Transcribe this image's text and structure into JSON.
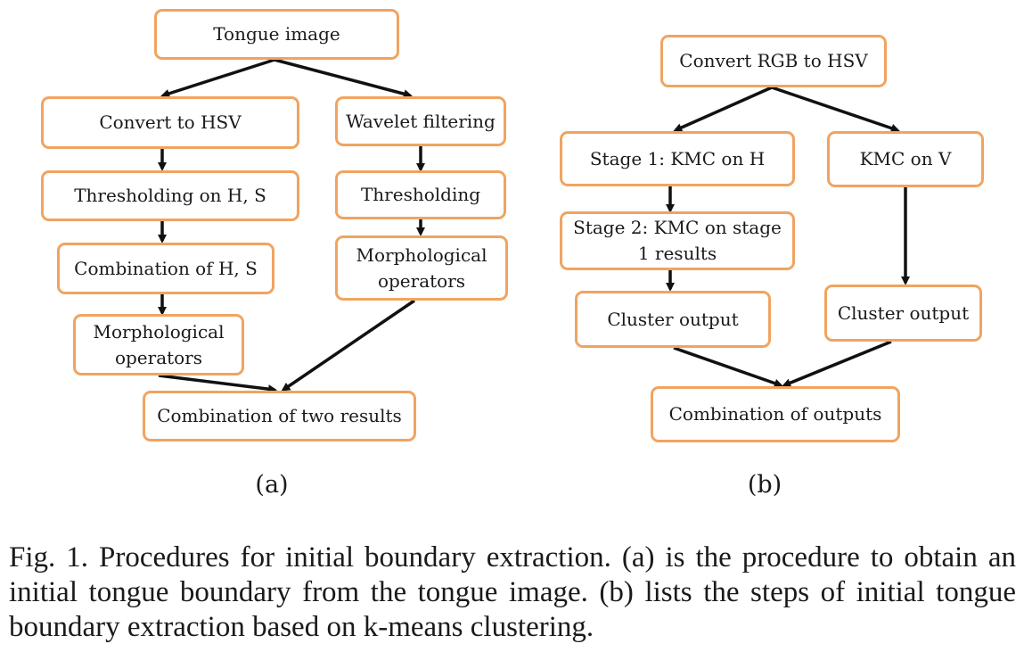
{
  "panel_a": {
    "tongue_image": "Tongue image",
    "convert_hsv": "Convert to HSV",
    "threshold_hs": "Thresholding on H, S",
    "combination_hs": "Combination of H, S",
    "morph_left": "Morphological operators",
    "wavelet": "Wavelet filtering",
    "thresholding": "Thresholding",
    "morph_right": "Morphological operators",
    "combination_two": "Combination of two results",
    "label": "(a)"
  },
  "panel_b": {
    "convert_rgb": "Convert RGB to HSV",
    "stage1": "Stage 1: KMC on H",
    "stage2": "Stage 2: KMC on stage 1 results",
    "cluster_left": "Cluster output",
    "kmc_v": "KMC on V",
    "cluster_right": "Cluster output",
    "combination_outputs": "Combination of outputs",
    "label": "(b)"
  },
  "caption": "Fig. 1.   Procedures for initial boundary extraction. (a) is the procedure to obtain an initial tongue boundary from the tongue image. (b) lists the steps of initial tongue boundary extraction based on k-means clustering.",
  "colors": {
    "box_border": "#f0a460",
    "arrow": "#111111",
    "text": "#1a1a1a"
  }
}
